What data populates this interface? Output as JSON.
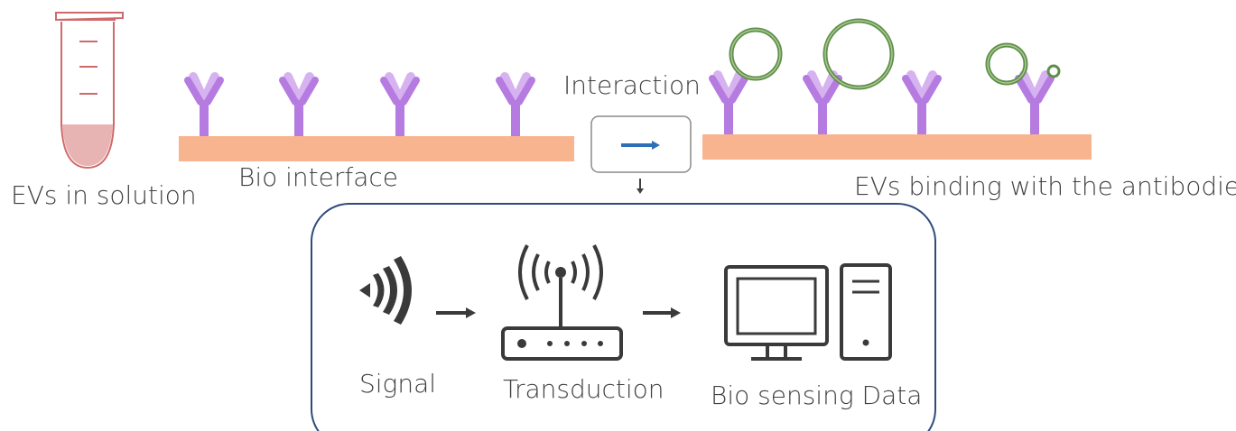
{
  "labels": {
    "evs_in_solution": "EVs in solution",
    "bio_interface": "Bio interface",
    "interaction": "Interaction",
    "evs_binding": "EVs binding with the antibodies",
    "signal": "Signal",
    "transduction": "Transduction",
    "bio_sensing_data": "Bio sensing Data"
  },
  "colors": {
    "surface": "#f8b48e",
    "antibody": "#b57be0",
    "antibody_light": "#d6b2f0",
    "vesicle": "#5f8f4a",
    "tube": "#d06a6a",
    "tube_fill": "#e8b3b3",
    "arrow_blue": "#2f6fb8",
    "panel_border": "#2f4b7c",
    "icon": "#3a3a3a",
    "text": "#404040"
  }
}
